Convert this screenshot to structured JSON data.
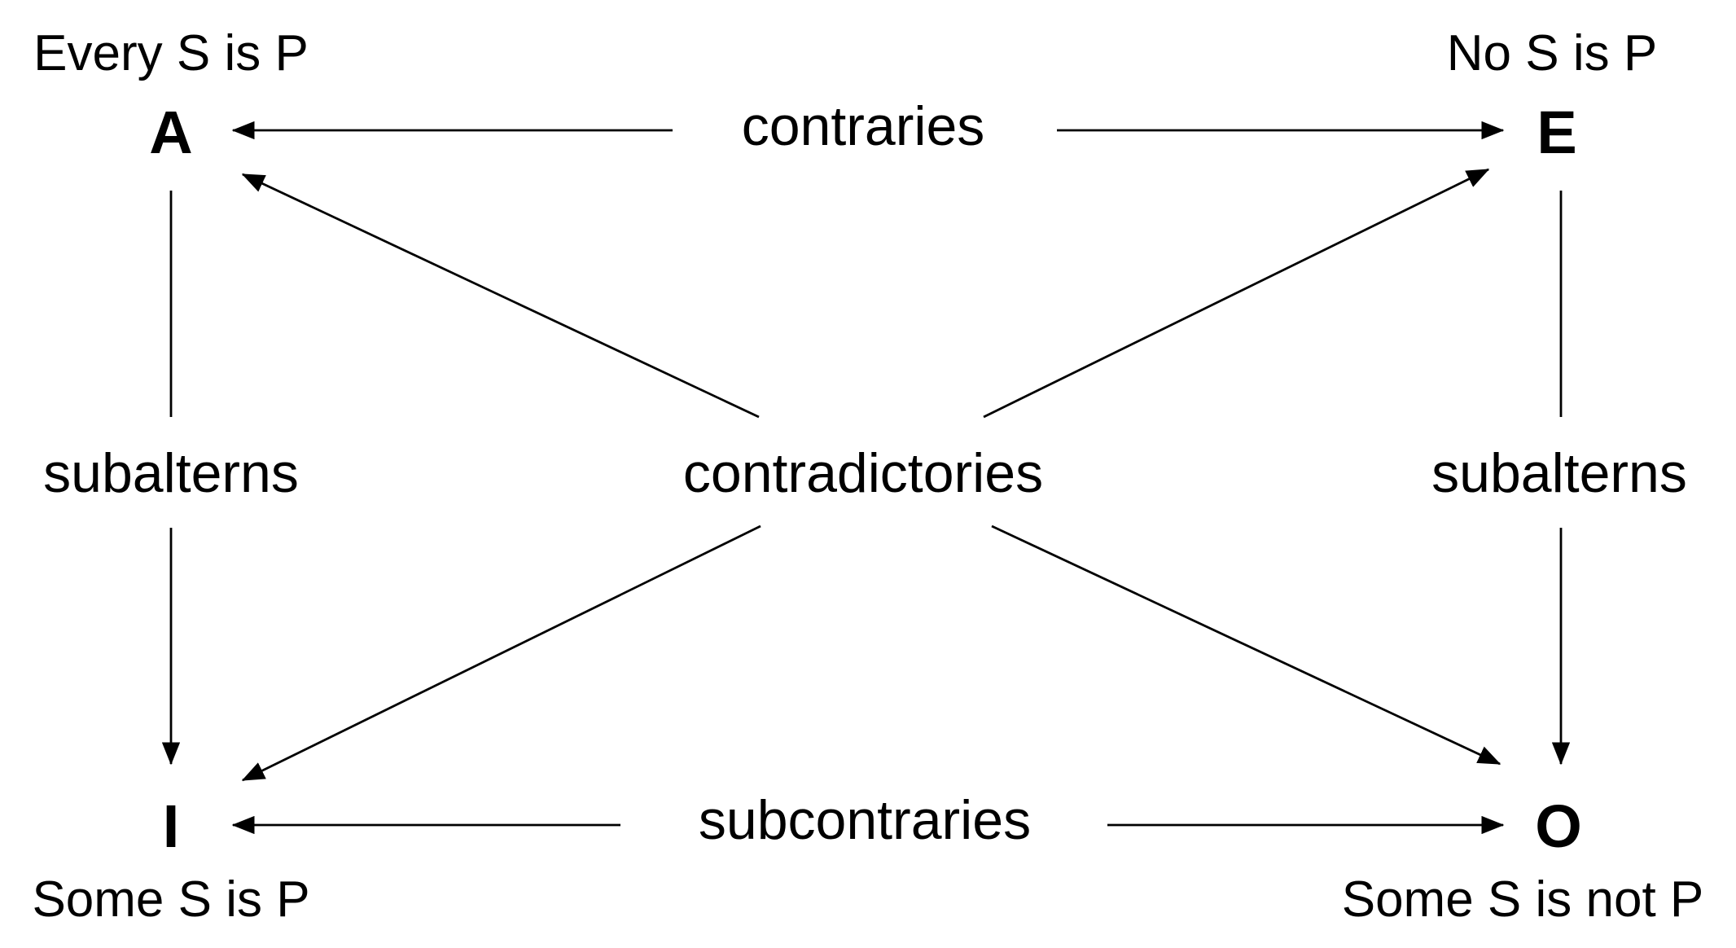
{
  "diagram": {
    "corners": {
      "a": {
        "letter": "A",
        "statement": "Every S is P"
      },
      "e": {
        "letter": "E",
        "statement": "No S is P"
      },
      "i": {
        "letter": "I",
        "statement": "Some S is P"
      },
      "o": {
        "letter": "O",
        "statement": "Some S is not P"
      }
    },
    "relations": {
      "contraries": "contraries",
      "contradictories": "contradictories",
      "subalterns_left": "subalterns",
      "subalterns_right": "subalterns",
      "subcontraries": "subcontraries"
    },
    "colors": {
      "line": "#000000",
      "text": "#000000",
      "background": "#ffffff"
    }
  }
}
